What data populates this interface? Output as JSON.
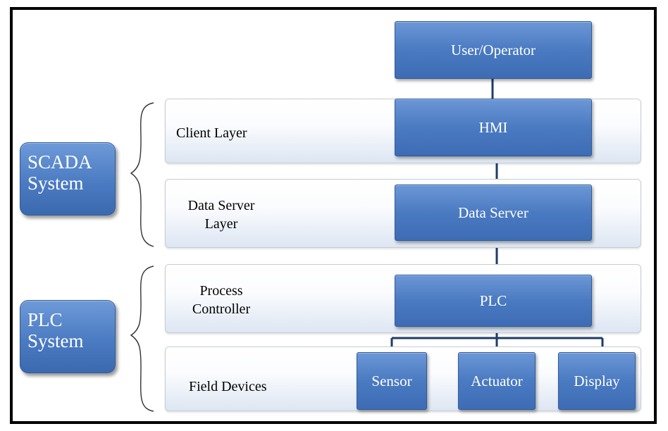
{
  "diagram": {
    "groups": [
      {
        "line1": "SCADA",
        "line2": "System"
      },
      {
        "line1": "PLC",
        "line2": "System"
      }
    ],
    "layers": [
      {
        "label": "Client Layer"
      },
      {
        "label_line1": "Data Server",
        "label_line2": "Layer"
      },
      {
        "label_line1": "Process",
        "label_line2": "Controller"
      },
      {
        "label": "Field Devices"
      }
    ],
    "nodes": {
      "user_operator": "User/Operator",
      "hmi": "HMI",
      "data_server": "Data Server",
      "plc": "PLC",
      "sensor": "Sensor",
      "actuator": "Actuator",
      "display": "Display"
    }
  }
}
